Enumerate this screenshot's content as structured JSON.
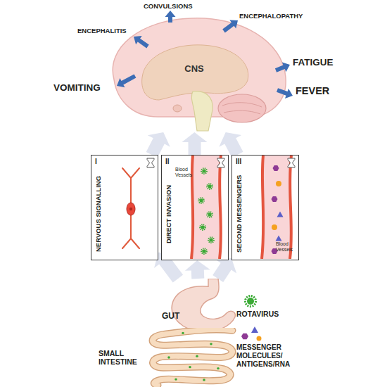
{
  "diagram": {
    "nodes": [
      {
        "text": [
          "CNS"
        ]
      },
      {
        "text": [
          "I",
          "NERVOUS SIGNALLING"
        ]
      },
      {
        "text": [
          "II",
          "DIRECT INVASION",
          "Blood Vessels"
        ]
      },
      {
        "text": [
          "III",
          "SECOND MESSENGERS",
          "Blood Vessels"
        ]
      },
      {
        "text": [
          "GUT"
        ]
      },
      {
        "text": [
          "SMALL INTESTINE"
        ]
      }
    ],
    "edges": [
      {
        "from": 4,
        "to": 1,
        "arrow": "to"
      },
      {
        "from": 4,
        "to": 2,
        "arrow": "to"
      },
      {
        "from": 4,
        "to": 3,
        "arrow": "to"
      },
      {
        "from": 1,
        "to": 0,
        "arrow": "to"
      },
      {
        "from": 2,
        "to": 0,
        "arrow": "to"
      },
      {
        "from": 3,
        "to": 0,
        "arrow": "to"
      }
    ],
    "labels": [
      "CONVULSIONS",
      "ENCEPHALITIS",
      "ENCEPHALOPATHY",
      "FATIGUE",
      "VOMITING",
      "FEVER"
    ],
    "legend": [
      {
        "text": "ROTAVIRUS"
      },
      {
        "text": "MESSENGER MOLECULES/ ANTIGENS/RNA"
      }
    ]
  }
}
